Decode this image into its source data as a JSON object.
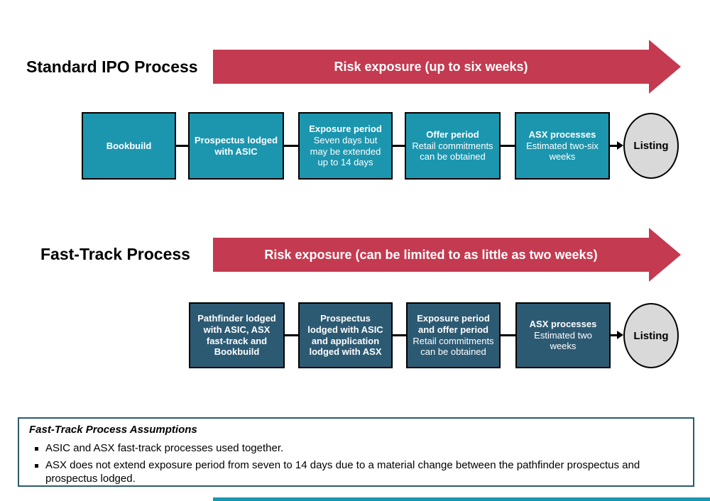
{
  "colors": {
    "teal": "#1C96AF",
    "dark_slate": "#2D5A73",
    "red": "#C43A50",
    "terminal_gray": "#D9D9D9",
    "assumptions_border": "#2F5A6E"
  },
  "processes": [
    {
      "title": "Standard IPO Process",
      "arrow_label": "Risk exposure (up to six weeks)",
      "steps": [
        {
          "title": "Bookbuild",
          "detail": ""
        },
        {
          "title": "Prospectus lodged with ASIC",
          "detail": ""
        },
        {
          "title": "Exposure period",
          "detail": "Seven days but may be extended up to 14 days"
        },
        {
          "title": "Offer period",
          "detail": "Retail commitments can be obtained"
        },
        {
          "title": "ASX processes",
          "detail": "Estimated two-six weeks"
        }
      ],
      "terminal": "Listing"
    },
    {
      "title": "Fast-Track Process",
      "arrow_label": "Risk exposure (can be limited to as little as two weeks)",
      "steps": [
        {
          "title": "Pathfinder lodged with ASIC, ASX fast-track and Bookbuild",
          "detail": ""
        },
        {
          "title": "Prospectus lodged with ASIC and application lodged with ASX",
          "detail": ""
        },
        {
          "title": "Exposure period and offer period",
          "detail": "Retail commitments can be obtained"
        },
        {
          "title": "ASX processes",
          "detail": "Estimated two weeks"
        }
      ],
      "terminal": "Listing"
    }
  ],
  "assumptions": {
    "title": "Fast-Track Process Assumptions",
    "bullets": [
      "ASIC and ASX fast-track processes used together.",
      "ASX does not extend exposure period from seven to 14 days due to a material change between the pathfinder prospectus and prospectus lodged."
    ]
  }
}
